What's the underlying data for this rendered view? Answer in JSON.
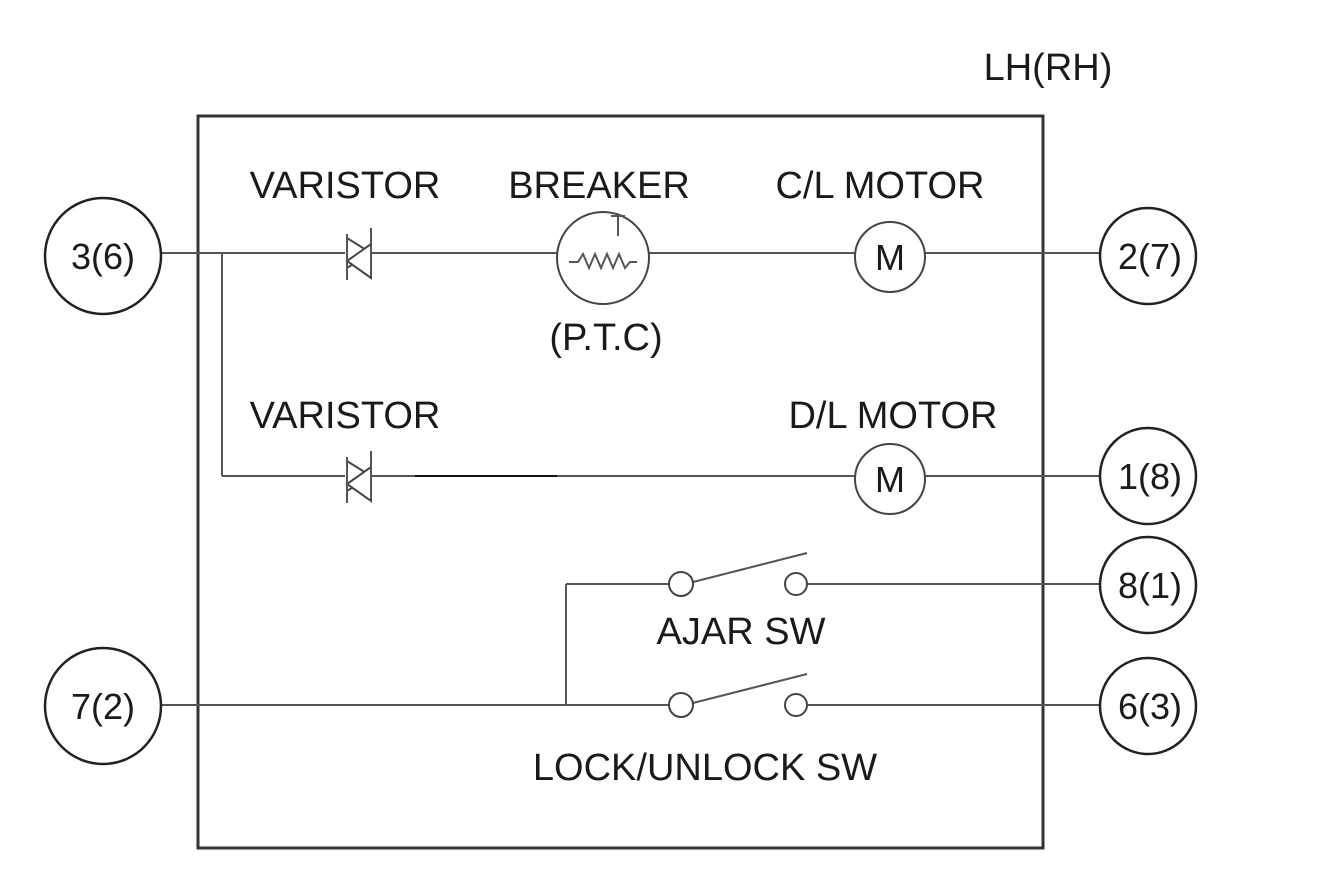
{
  "side_label": "LH(RH)",
  "labels": {
    "varistor_top": "VARISTOR",
    "breaker": "BREAKER",
    "ptc": "(P.T.C)",
    "cl_motor": "C/L MOTOR",
    "varistor_bottom": "VARISTOR",
    "dl_motor": "D/L MOTOR",
    "ajar_sw": "AJAR SW",
    "lock_unlock_sw": "LOCK/UNLOCK SW"
  },
  "motor_symbol": "M",
  "pins": {
    "left_top": "3(6)",
    "left_bottom": "7(2)",
    "right_cl": "2(7)",
    "right_dl": "1(8)",
    "right_ajar": "8(1)",
    "right_lock": "6(3)"
  }
}
